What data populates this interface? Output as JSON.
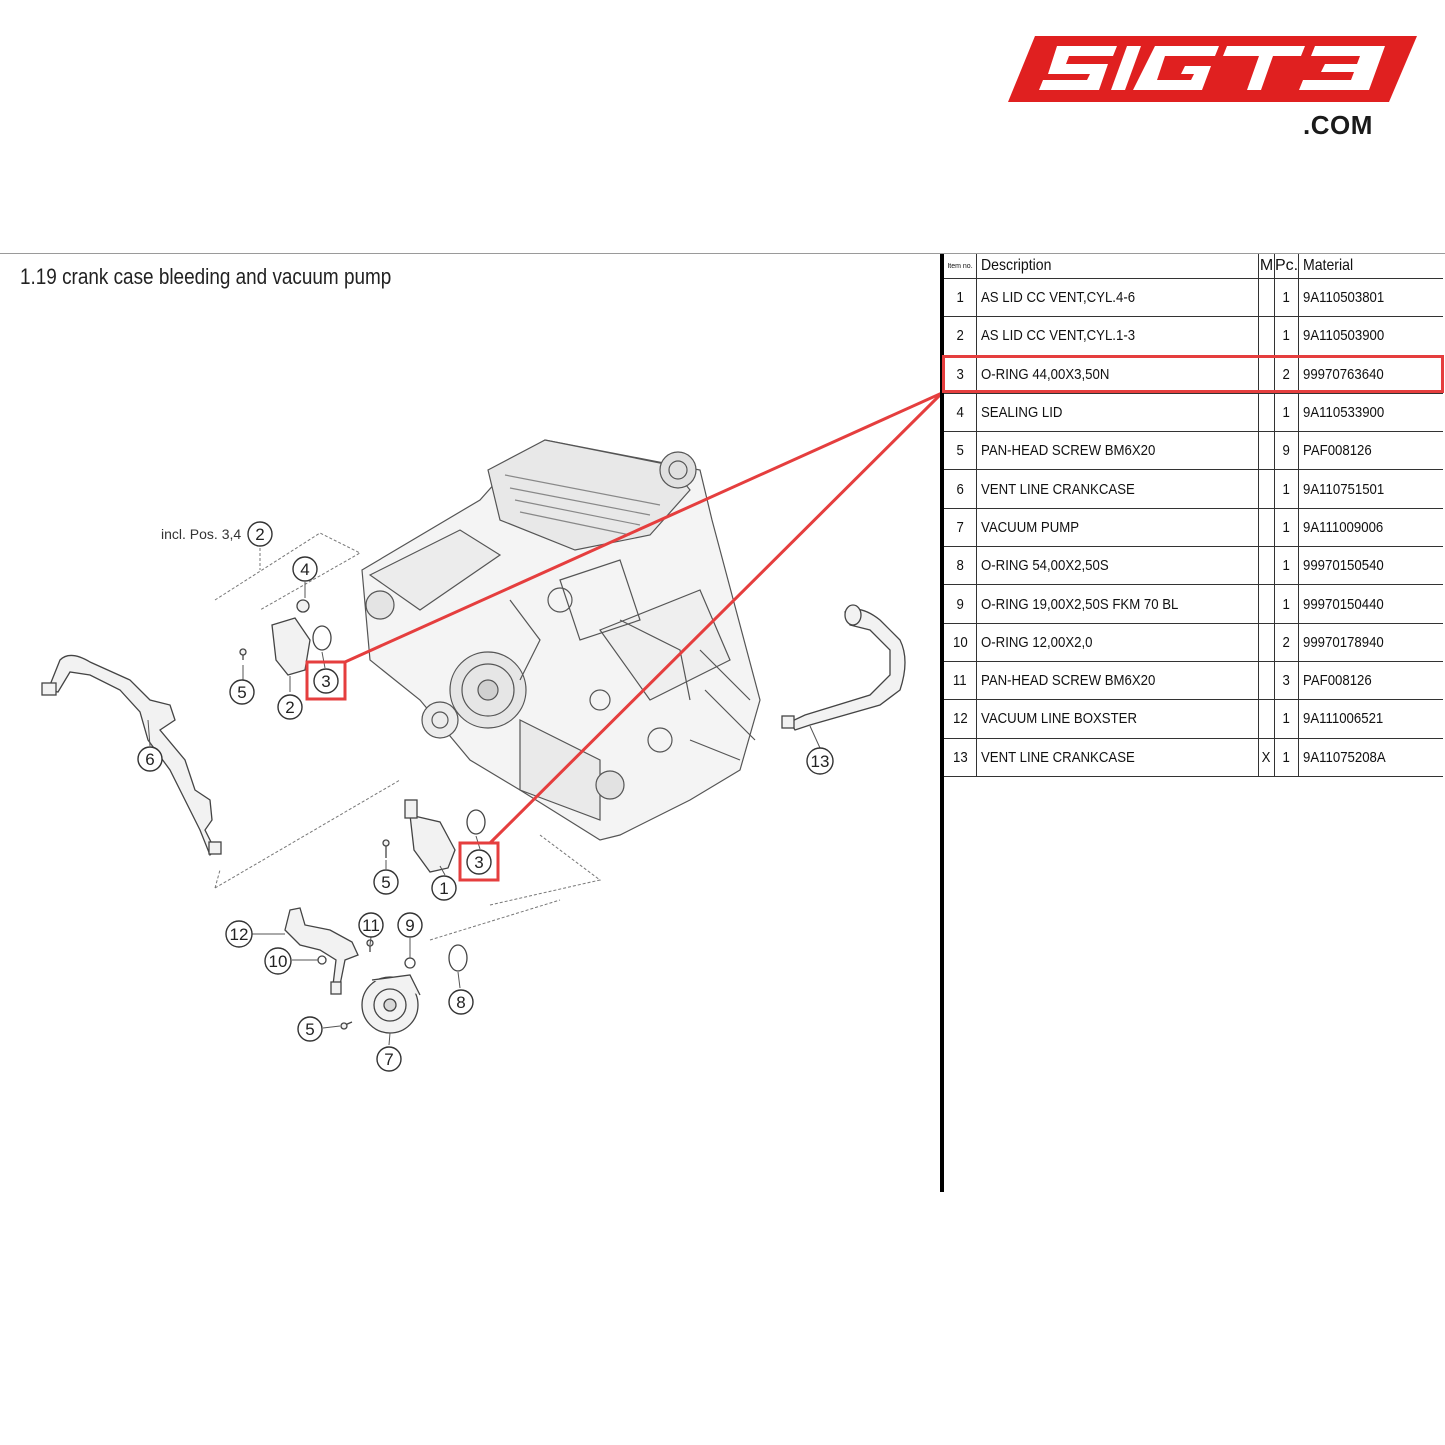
{
  "brand": {
    "logo_text": "5IGT3",
    "domain_suffix": ".COM",
    "color": "#e02020"
  },
  "page": {
    "title": "1.19  crank case bleeding and vacuum pump"
  },
  "diagram": {
    "group_note": "incl. Pos. 3,4",
    "callouts": [
      "1",
      "2",
      "2",
      "3",
      "3",
      "4",
      "5",
      "5",
      "5",
      "6",
      "7",
      "8",
      "9",
      "10",
      "11",
      "12",
      "13"
    ],
    "highlight_color": "#e53e3e",
    "highlighted_item": "3"
  },
  "table": {
    "headers": {
      "item": "Item no.",
      "description": "Description",
      "m": "M",
      "pc": "Pc.",
      "material": "Material"
    },
    "rows": [
      {
        "item": "1",
        "description": "AS LID CC VENT,CYL.4-6",
        "m": "",
        "pc": "1",
        "material": "9A110503801"
      },
      {
        "item": "2",
        "description": "AS LID CC VENT,CYL.1-3",
        "m": "",
        "pc": "1",
        "material": "9A110503900"
      },
      {
        "item": "3",
        "description": "O-RING 44,00X3,50N",
        "m": "",
        "pc": "2",
        "material": "99970763640"
      },
      {
        "item": "4",
        "description": "SEALING LID",
        "m": "",
        "pc": "1",
        "material": "9A110533900"
      },
      {
        "item": "5",
        "description": "PAN-HEAD SCREW BM6X20",
        "m": "",
        "pc": "9",
        "material": "PAF008126"
      },
      {
        "item": "6",
        "description": "VENT LINE CRANKCASE",
        "m": "",
        "pc": "1",
        "material": "9A110751501"
      },
      {
        "item": "7",
        "description": "VACUUM PUMP",
        "m": "",
        "pc": "1",
        "material": "9A111009006"
      },
      {
        "item": "8",
        "description": "O-RING 54,00X2,50S",
        "m": "",
        "pc": "1",
        "material": "99970150540"
      },
      {
        "item": "9",
        "description": "O-RING 19,00X2,50S FKM 70 BL",
        "m": "",
        "pc": "1",
        "material": "99970150440"
      },
      {
        "item": "10",
        "description": "O-RING 12,00X2,0",
        "m": "",
        "pc": "2",
        "material": "99970178940"
      },
      {
        "item": "11",
        "description": "PAN-HEAD SCREW BM6X20",
        "m": "",
        "pc": "3",
        "material": "PAF008126"
      },
      {
        "item": "12",
        "description": "VACUUM LINE BOXSTER",
        "m": "",
        "pc": "1",
        "material": "9A111006521"
      },
      {
        "item": "13",
        "description": "VENT LINE CRANKCASE",
        "m": "X",
        "pc": "1",
        "material": "9A11075208A"
      }
    ]
  }
}
